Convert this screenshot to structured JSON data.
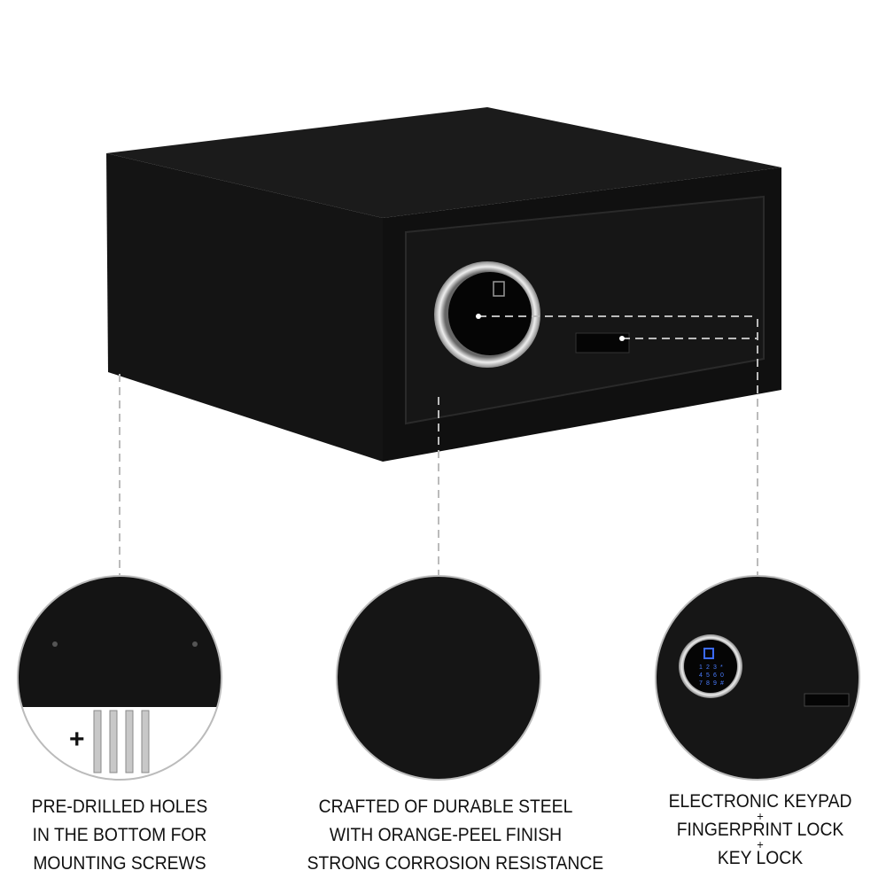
{
  "features": [
    {
      "lines": [
        "PRE-DRILLED HOLES",
        "IN THE BOTTOM FOR",
        "MOUNTING SCREWS"
      ],
      "accessory_label": "+"
    },
    {
      "lines": [
        "CRAFTED OF DURABLE STEEL",
        "WITH ORANGE-PEEL FINISH",
        "STRONG CORROSION RESISTANCE"
      ]
    },
    {
      "lines": [
        "ELECTRONIC KEYPAD",
        "FINGERPRINT LOCK",
        "KEY LOCK"
      ],
      "separator": "+"
    }
  ],
  "keypad_keys": [
    "1",
    "2",
    "3",
    "*",
    "4",
    "5",
    "6",
    "0",
    "7",
    "8",
    "9",
    "#"
  ],
  "colors": {
    "safe_body": "#141414",
    "keypad_light": "#3b6bff",
    "dashes": "#bbbbbb"
  }
}
